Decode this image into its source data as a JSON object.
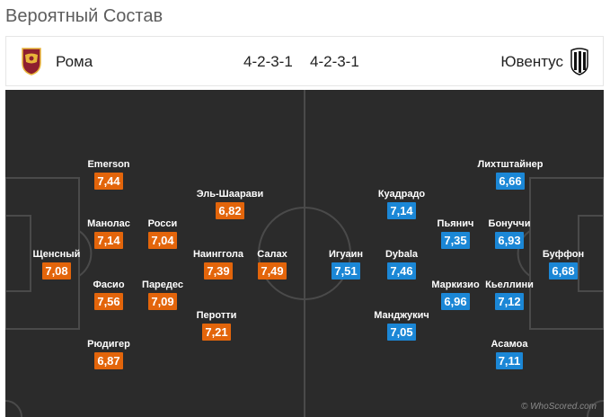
{
  "page_title": "Вероятный Состав",
  "home": {
    "name": "Рома",
    "formation": "4-2-3-1",
    "color": "#e3650b",
    "crest_icon": "roma-crest-icon",
    "players": [
      {
        "name": "Emerson",
        "rating": "7,44"
      },
      {
        "name": "Манолас",
        "rating": "7,14"
      },
      {
        "name": "Щенсный",
        "rating": "7,08"
      },
      {
        "name": "Фасио",
        "rating": "7,56"
      },
      {
        "name": "Рюдигер",
        "rating": "6,87"
      },
      {
        "name": "Росси",
        "rating": "7,04"
      },
      {
        "name": "Паредес",
        "rating": "7,09"
      },
      {
        "name": "Эль-Шаарави",
        "rating": "6,82"
      },
      {
        "name": "Наинггола",
        "rating": "7,39"
      },
      {
        "name": "Перотти",
        "rating": "7,21"
      },
      {
        "name": "Салах",
        "rating": "7,49"
      }
    ]
  },
  "away": {
    "name": "Ювентус",
    "formation": "4-2-3-1",
    "color": "#1b87d6",
    "crest_icon": "juventus-crest-icon",
    "players": [
      {
        "name": "Лихтштайнер",
        "rating": "6,66"
      },
      {
        "name": "Куадрадо",
        "rating": "7,14"
      },
      {
        "name": "Пьянич",
        "rating": "7,35"
      },
      {
        "name": "Бонуччи",
        "rating": "6,93"
      },
      {
        "name": "Игуаин",
        "rating": "7,51"
      },
      {
        "name": "Dybala",
        "rating": "7,46"
      },
      {
        "name": "Буффон",
        "rating": "6,68"
      },
      {
        "name": "Маркизио",
        "rating": "6,96"
      },
      {
        "name": "Кьеллини",
        "rating": "7,12"
      },
      {
        "name": "Манджукич",
        "rating": "7,05"
      },
      {
        "name": "Асамоа",
        "rating": "7,11"
      }
    ]
  },
  "watermark": "© WhoScored.com"
}
